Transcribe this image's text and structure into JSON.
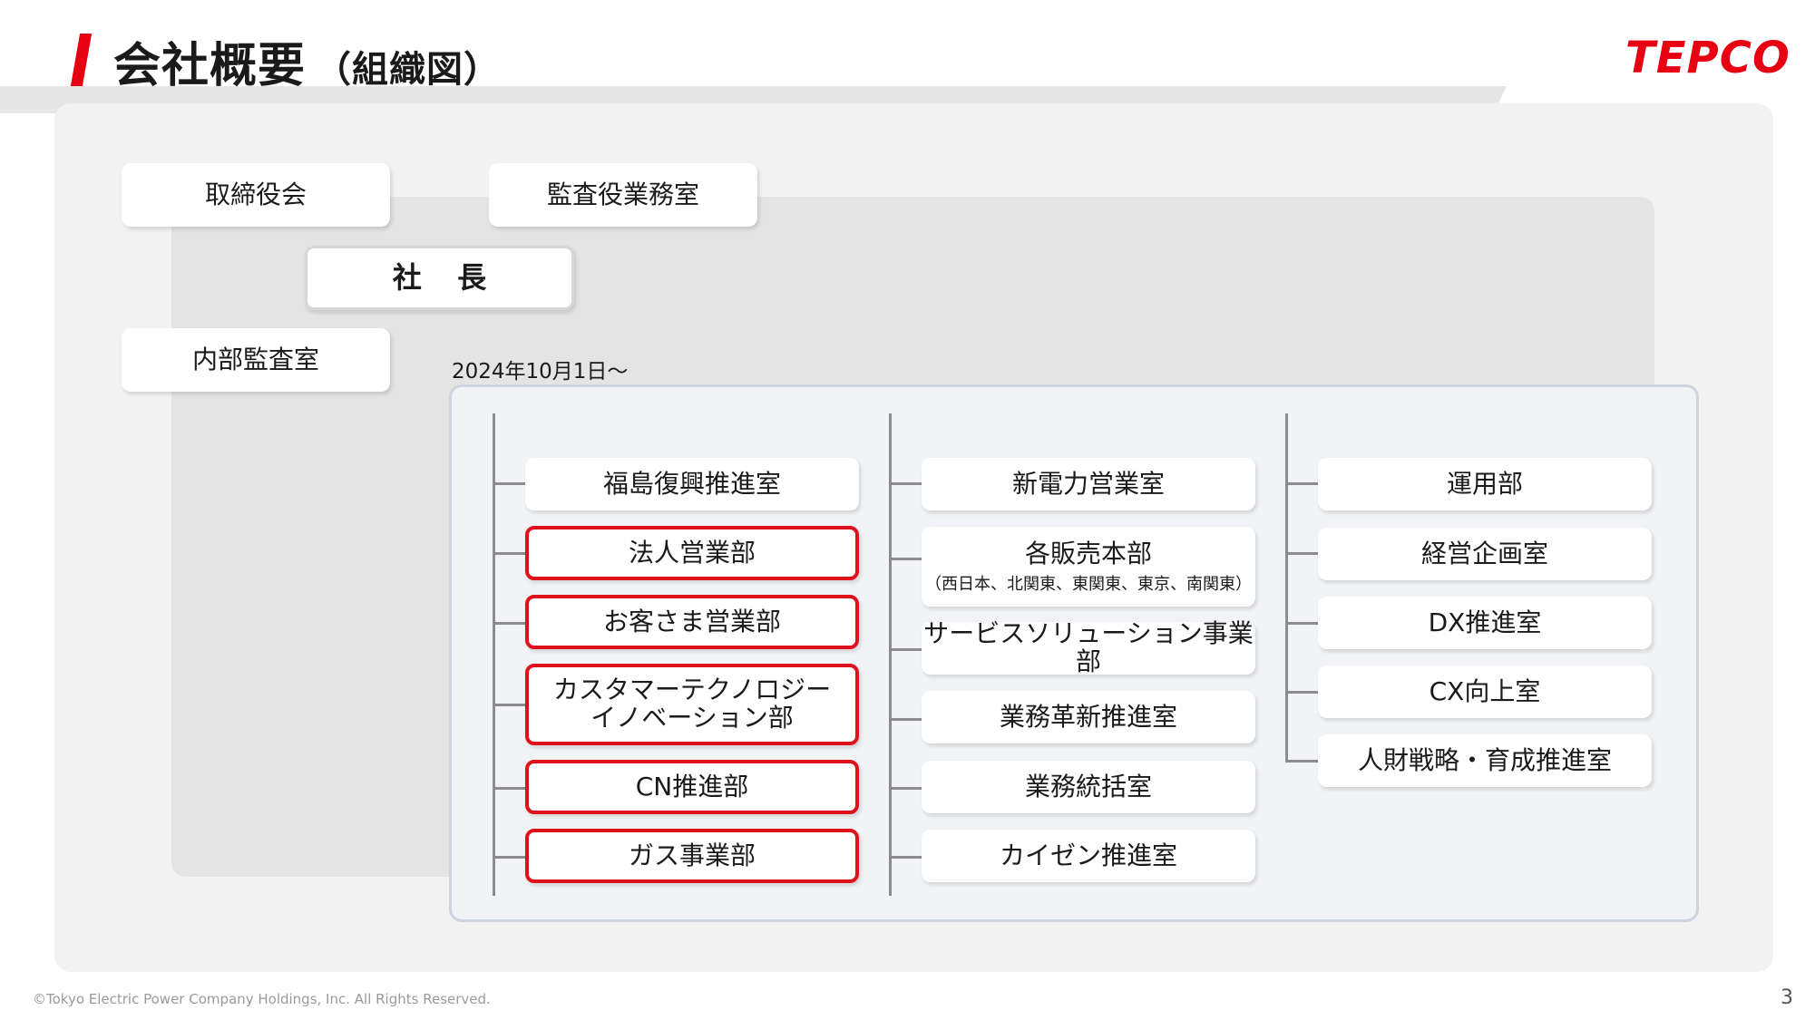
{
  "header": {
    "title": "会社概要",
    "subtitle": "（組織図）",
    "logo_text": "TEPCO",
    "accent_color": "#e60012"
  },
  "top_boxes": {
    "board": "取締役会",
    "auditors_office": "監査役業務室",
    "president": "社 長",
    "internal_audit": "内部監査室"
  },
  "date_label": "2024年10月1日～",
  "column1": [
    {
      "label": "福島復興推進室",
      "highlight": false
    },
    {
      "label": "法人営業部",
      "highlight": true
    },
    {
      "label": "お客さま営業部",
      "highlight": true
    },
    {
      "label": "カスタマーテクノロジー",
      "label2": "イノベーション部",
      "highlight": true
    },
    {
      "label": "CN推進部",
      "highlight": true
    },
    {
      "label": "ガス事業部",
      "highlight": true
    }
  ],
  "column2": [
    {
      "label": "新電力営業室"
    },
    {
      "label": "各販売本部",
      "note": "（西日本、北関東、東関東、東京、南関東）"
    },
    {
      "label": "サービスソリューション事業部"
    },
    {
      "label": "業務革新推進室"
    },
    {
      "label": "業務統括室"
    },
    {
      "label": "カイゼン推進室"
    }
  ],
  "column3": [
    {
      "label": "運用部"
    },
    {
      "label": "経営企画室"
    },
    {
      "label": "DX推進室"
    },
    {
      "label": "CX向上室"
    },
    {
      "label": "人財戦略・育成推進室"
    }
  ],
  "footer": {
    "copyright": "©Tokyo Electric Power Company Holdings, Inc. All Rights Reserved.",
    "page_number": "3"
  },
  "colors": {
    "highlight_border": "#e0111b",
    "connector": "#8c8c8c",
    "panel_bg": "#f2f2f2"
  }
}
